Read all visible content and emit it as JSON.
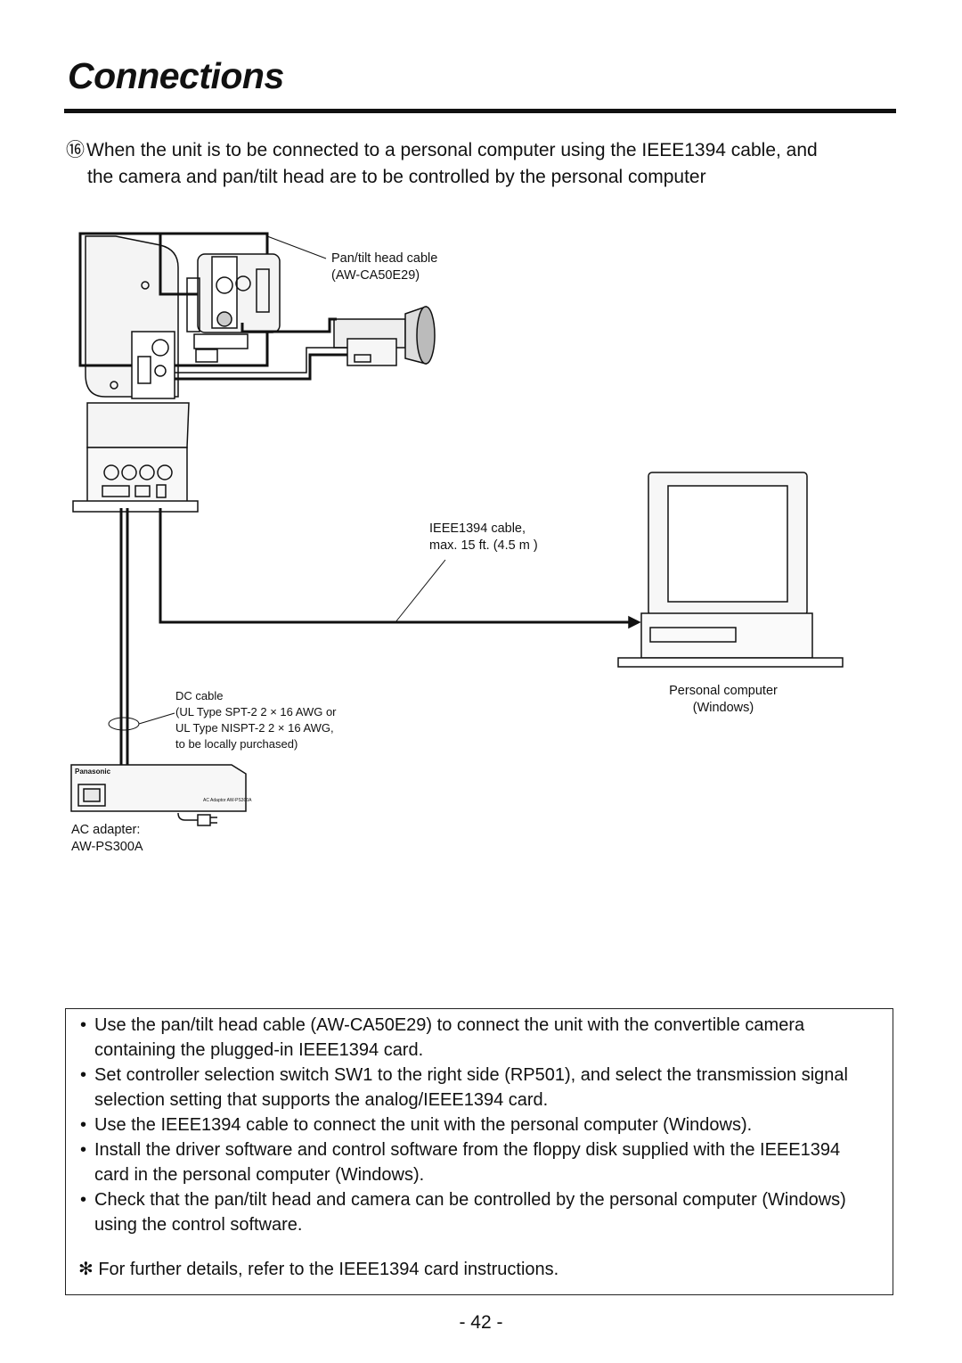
{
  "page": {
    "title": "Connections",
    "intro_number": "⑯",
    "intro_line1": "When the unit is to be connected to a personal computer using the IEEE1394 cable, and",
    "intro_line2": "the camera and pan/tilt head are to be controlled by the personal computer",
    "page_number": "- 42 -"
  },
  "diagram": {
    "pan_tilt_cable": [
      "Pan/tilt head cable",
      "(AW-CA50E29)"
    ],
    "ieee_cable": [
      "IEEE1394 cable,",
      "max. 15 ft. (4.5 m )"
    ],
    "pc": [
      "Personal computer",
      "(Windows)"
    ],
    "dc_cable": [
      "DC cable",
      "(UL Type SPT-2 2 × 16 AWG or",
      "UL Type NISPT-2 2 × 16 AWG,",
      "to be locally purchased)"
    ],
    "ac_adapter": [
      "AC adapter:",
      "AW-PS300A"
    ],
    "adapter_brand": "Panasonic",
    "adapter_model_text": "AC Adaptor  AW-PS300A"
  },
  "notes": {
    "items": [
      "Use the pan/tilt head cable (AW-CA50E29) to connect the unit with the convertible camera containing the plugged-in IEEE1394 card.",
      "Set controller selection switch SW1 to the right side (RP501), and select the transmission signal selection setting that supports the analog/IEEE1394 card.",
      "Use the IEEE1394 cable to connect the unit with the personal computer (Windows).",
      "Install the driver software and control software from the floppy disk supplied with the IEEE1394 card in the personal computer (Windows).",
      "Check that the pan/tilt head and camera can be controlled by the personal computer (Windows) using the control software."
    ],
    "footnote": "✻ For further details, refer to the IEEE1394 card instructions."
  }
}
